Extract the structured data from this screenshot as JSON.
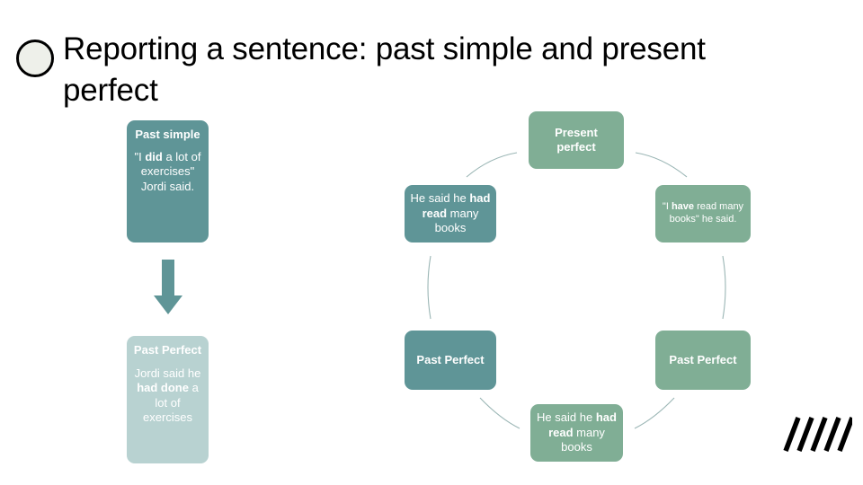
{
  "slide": {
    "title": "Reporting a sentence: past simple and present perfect",
    "background": "#ffffff"
  },
  "colors": {
    "teal": "#5f9597",
    "green": "#80ae95",
    "pale": "#b8d2d1",
    "connector": "#8aa9a8",
    "title_text": "#000000",
    "node_text": "#ffffff",
    "hatch": "#000000",
    "bullet_fill": "#eef0ea",
    "bullet_stroke": "#000000"
  },
  "left_column": {
    "past_simple": {
      "title": "Past simple",
      "body_prefix": "\"I ",
      "body_bold": "did",
      "body_suffix": " a lot of exercises\" Jordi said.",
      "color": "#5f9597"
    },
    "arrow": {
      "direction": "down",
      "color": "#5f9597",
      "name": "down-arrow"
    },
    "past_perfect": {
      "title": "Past Perfect",
      "body_prefix": "Jordi said he ",
      "body_bold": "had done",
      "body_suffix": " a lot of exercises",
      "color": "#b8d2d1"
    }
  },
  "cycle": {
    "present_perfect": {
      "title": "Present perfect",
      "color": "#80ae95"
    },
    "said_had_read_left": {
      "body_prefix": "He said he ",
      "body_bold": "had read",
      "body_suffix": " many books",
      "color": "#5f9597"
    },
    "have_read": {
      "body_prefix": "\"I ",
      "body_bold": "have",
      "body_suffix": " read many books\" he said.",
      "color": "#80ae95"
    },
    "past_perfect_mid": {
      "title": "Past Perfect",
      "color": "#5f9597"
    },
    "past_perfect_right": {
      "title": "Past Perfect",
      "color": "#80ae95"
    },
    "said_had_read_bottom": {
      "body_prefix": "He said he ",
      "body_bold": "had read",
      "body_suffix": " many books",
      "color": "#80ae95"
    }
  },
  "decorations": {
    "bullet": "circle-bullet",
    "hatch_strokes": 5
  }
}
